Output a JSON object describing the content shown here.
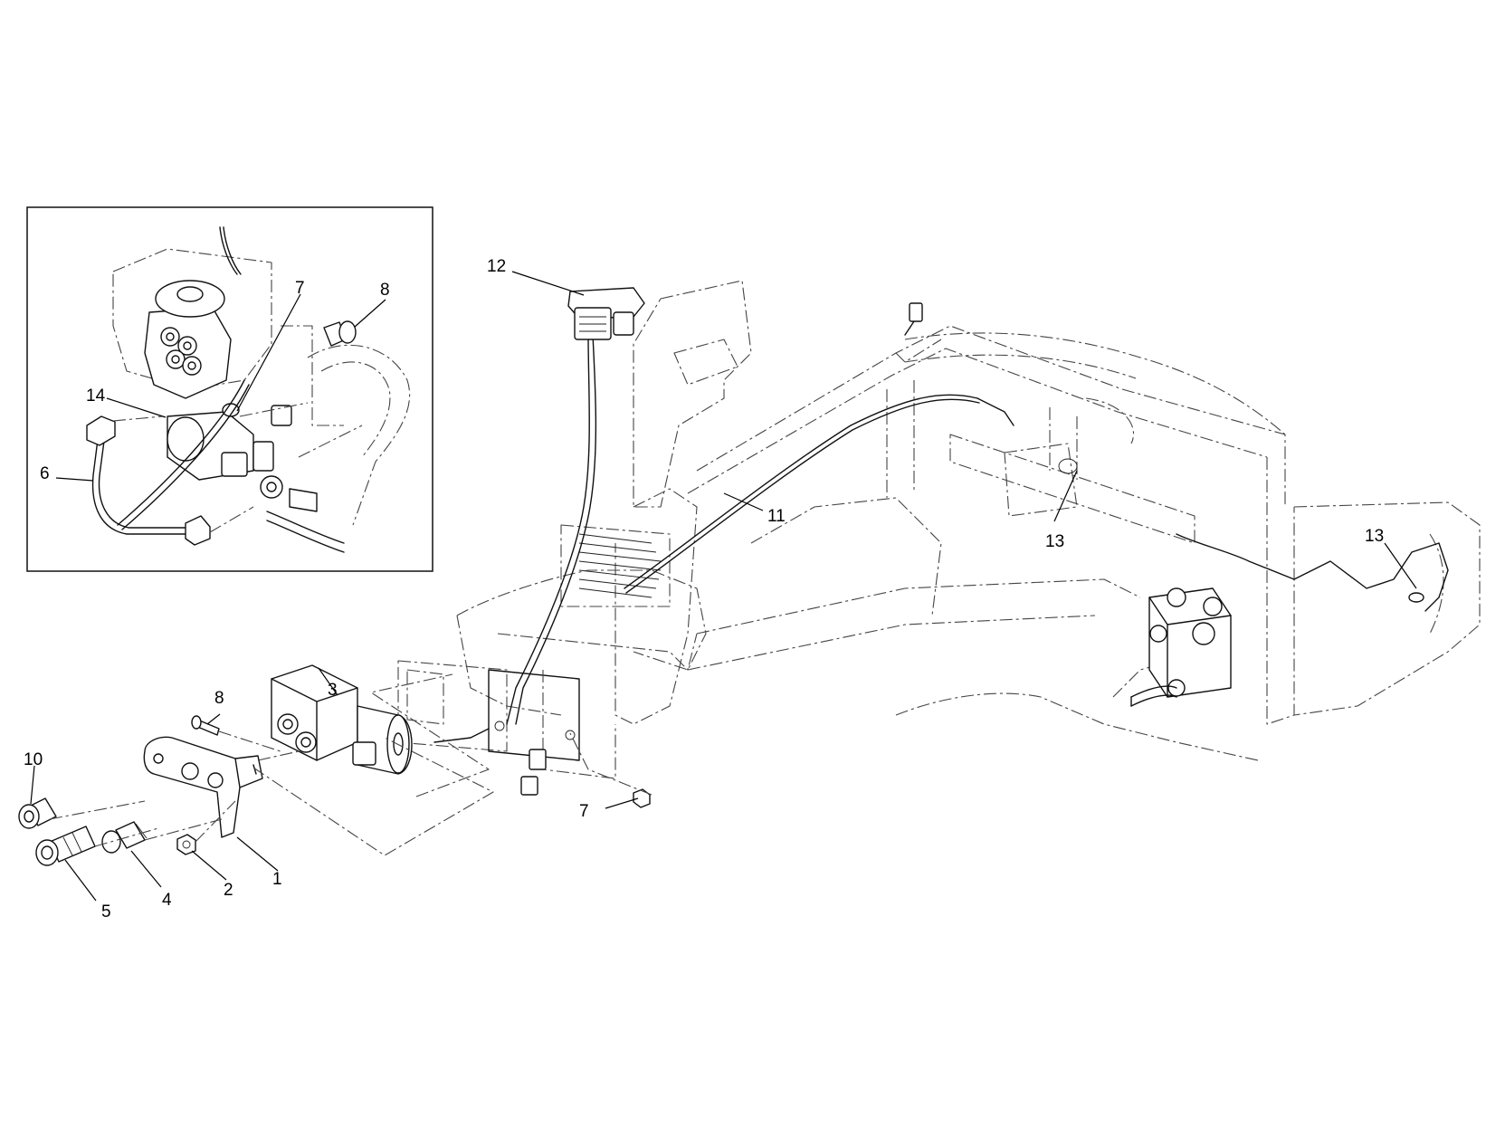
{
  "callouts": {
    "c1": "1",
    "c2": "2",
    "c3": "3",
    "c4": "4",
    "c5": "5",
    "c6": "6",
    "c7_inset": "7",
    "c7_main": "7",
    "c8_inset": "8",
    "c8_main": "8",
    "c10": "10",
    "c11": "11",
    "c12": "12",
    "c13_left": "13",
    "c13_right": "13",
    "c14": "14"
  }
}
